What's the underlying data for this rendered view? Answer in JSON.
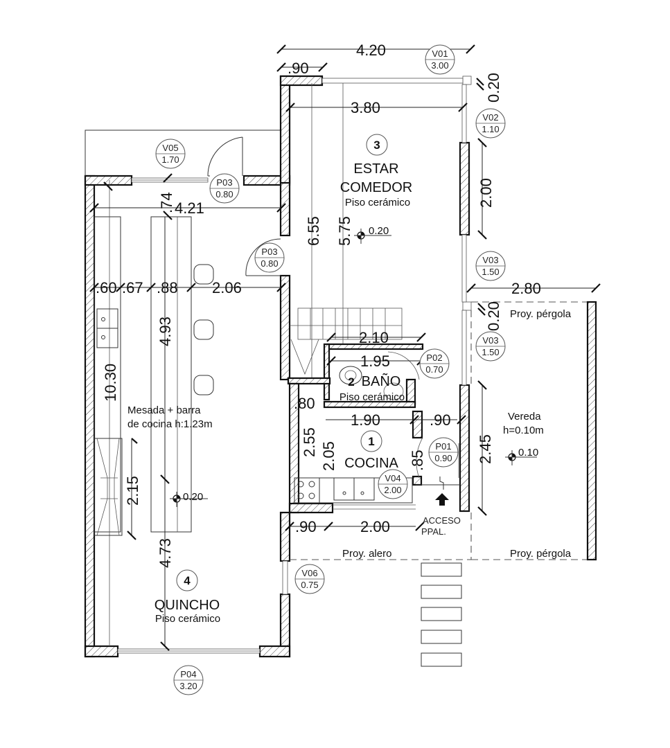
{
  "plan": {
    "rooms": [
      {
        "number": "1",
        "name": "COCINA",
        "floor": ""
      },
      {
        "number": "2",
        "name": "BAÑO",
        "floor": "Piso cerámico"
      },
      {
        "number": "3",
        "name_line1": "ESTAR",
        "name_line2": "COMEDOR",
        "floor": "Piso cerámico"
      },
      {
        "number": "4",
        "name": "QUINCHO",
        "floor": "Piso cerámico"
      }
    ],
    "openings": [
      {
        "code": "V01",
        "width": "3.00"
      },
      {
        "code": "V02",
        "width": "1.10"
      },
      {
        "code": "V03",
        "width": "1.50"
      },
      {
        "code": "V03",
        "width": "1.50"
      },
      {
        "code": "V04",
        "width": "2.00"
      },
      {
        "code": "V05",
        "width": "1.70"
      },
      {
        "code": "V06",
        "width": "0.75"
      },
      {
        "code": "P01",
        "width": "0.90"
      },
      {
        "code": "P02",
        "width": "0.70"
      },
      {
        "code": "P03",
        "width": "0.80"
      },
      {
        "code": "P03",
        "width": "0.80"
      },
      {
        "code": "P04",
        "width": "3.20"
      }
    ],
    "dimensions": {
      "top_total": "4.20",
      "top_left": ".90",
      "top_right_wall": "0.20",
      "estar_width": "3.80",
      "estar_right_2": "2.00",
      "pergola_width": "2.80",
      "pergola_wall": "0.20",
      "estar_len_a": "6.55",
      "estar_len_b": "5.75",
      "quincho_width": "4.21",
      "quincho_top": ".74",
      "q_a": ".60",
      "q_b": ".67",
      "q_c": ".88",
      "q_d": "2.06",
      "quincho_len": "10.30",
      "bar_len": "4.93",
      "grill_len": "2.15",
      "quincho_lower": "4.73",
      "stair": "2.10",
      "bano_width": "1.95",
      "coc_a": ".80",
      "coc_b": "1.90",
      "coc_c": ".90",
      "coc_len1": "2.55",
      "coc_len2": "2.05",
      "coc_door": ".85",
      "vereda_len": "2.45",
      "bottom_a": ".90",
      "bottom_b": "2.00"
    },
    "levels": {
      "estar": "0.20",
      "quincho": "0.20",
      "vereda": "0.10"
    },
    "labels": {
      "mesada_line1": "Mesada + barra",
      "mesada_line2": "de cocina h:1.23m",
      "vereda_line1": "Vereda",
      "vereda_line2": "h=0.10m",
      "proy_pergola_top": "Proy. pérgola",
      "proy_pergola_bottom": "Proy. pérgola",
      "proy_alero": "Proy. alero",
      "acceso_line1": "ACCESO",
      "acceso_line2": "PPAL."
    }
  }
}
